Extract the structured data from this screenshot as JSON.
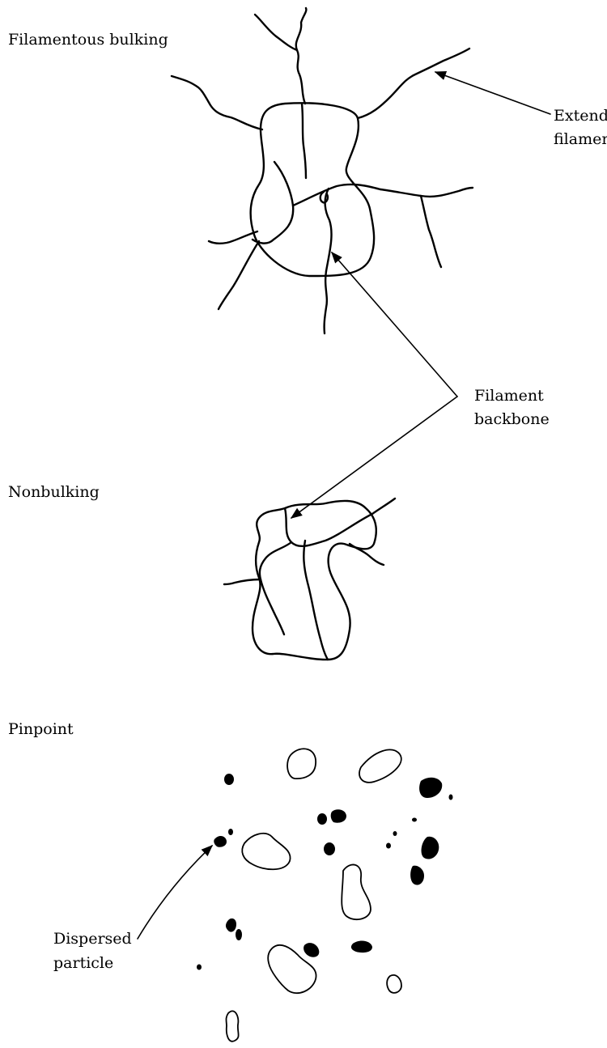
{
  "sections": {
    "filamentous": {
      "label": "Filamentous bulking"
    },
    "nonbulking": {
      "label": "Nonbulking"
    },
    "pinpoint": {
      "label": "Pinpoint"
    }
  },
  "annotations": {
    "extended_filament": {
      "line1": "Extended",
      "line2": "filament"
    },
    "filament_backbone": {
      "line1": "Filament",
      "line2": "backbone"
    },
    "dispersed_particle": {
      "line1": "Dispersed",
      "line2": "particle"
    }
  }
}
